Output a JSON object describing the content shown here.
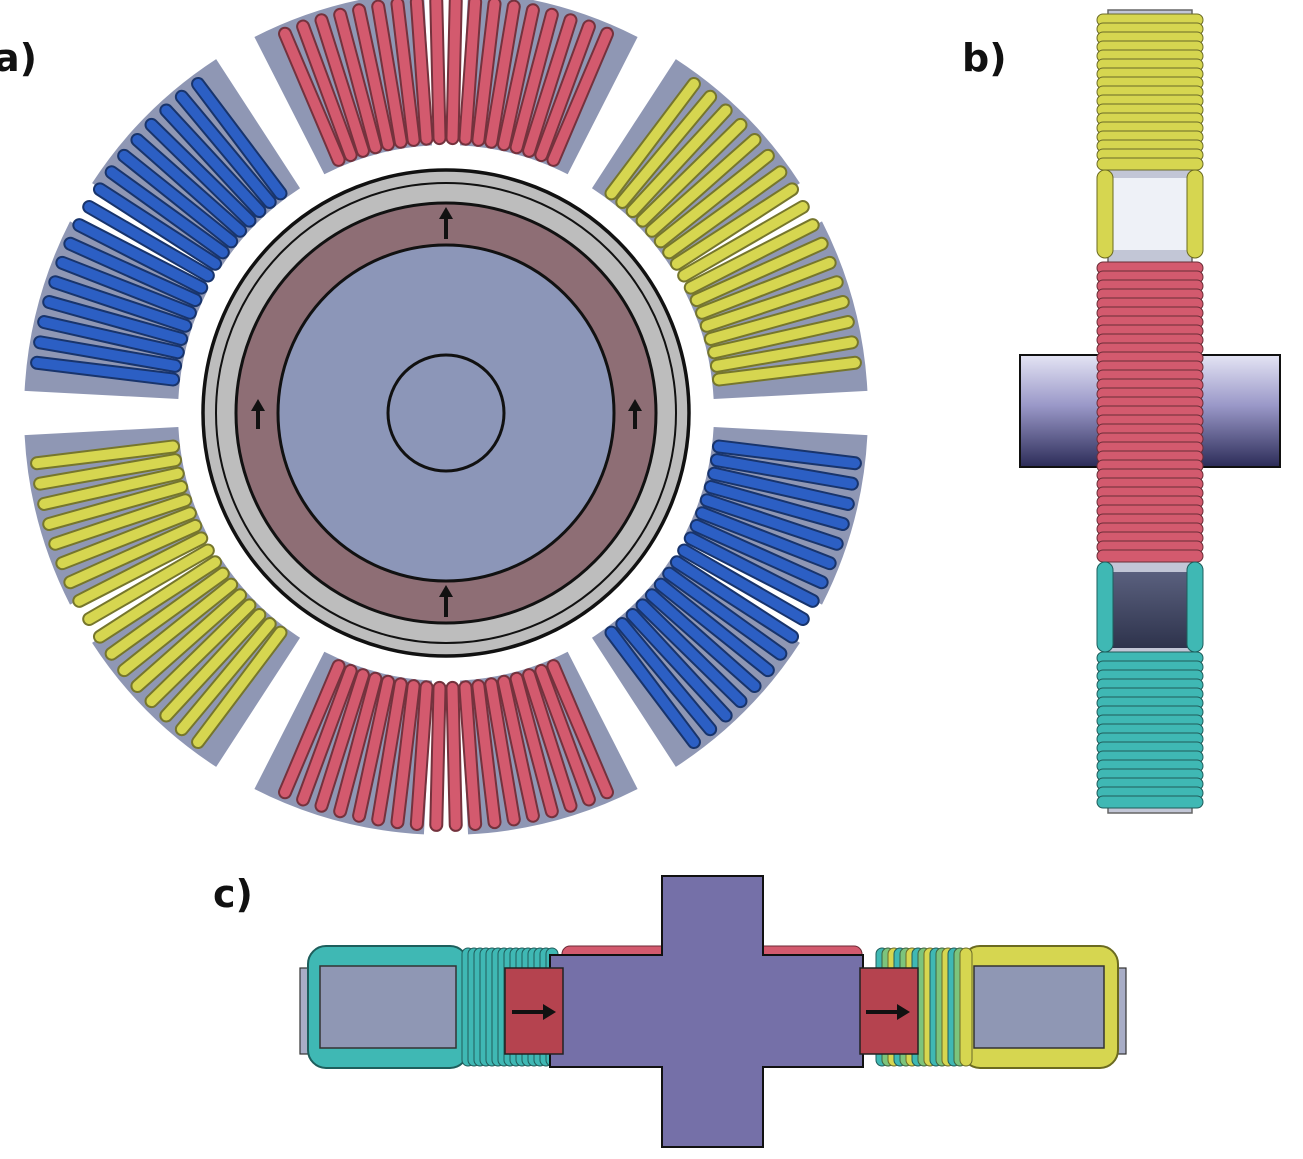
{
  "labels": {
    "a": "a)",
    "b": "b)",
    "c": "c)"
  },
  "colors": {
    "background": "#ffffff",
    "stator_core": "#8f97b4",
    "coil_red": "#d35a6e",
    "coil_blue": "#2c5fc4",
    "coil_yellow": "#d6d650",
    "coil_teal": "#3fb8b4",
    "magnet": "#8e6e75",
    "rotor_gray": "#bdbdbd",
    "rotor_core": "#8c96b8",
    "shaft": "#7570a8",
    "magnet_block": "#b5434f",
    "outline": "#111111"
  },
  "panel_a": {
    "coils": [
      {
        "color": "coil_red",
        "turns": 18
      },
      {
        "color": "coil_yellow",
        "turns": 17
      },
      {
        "color": "coil_blue",
        "turns": 17
      },
      {
        "color": "coil_red",
        "turns": 18
      },
      {
        "color": "coil_yellow",
        "turns": 17
      },
      {
        "color": "coil_blue",
        "turns": 17
      }
    ],
    "magnet_arrows": [
      "up-arrow",
      "up-arrow",
      "up-arrow",
      "up-arrow"
    ]
  },
  "panel_b": {
    "sections": [
      "coil_yellow",
      "coil_red",
      "coil_teal"
    ]
  },
  "panel_c": {
    "magnet_arrows": [
      "right-arrow",
      "right-arrow"
    ]
  }
}
